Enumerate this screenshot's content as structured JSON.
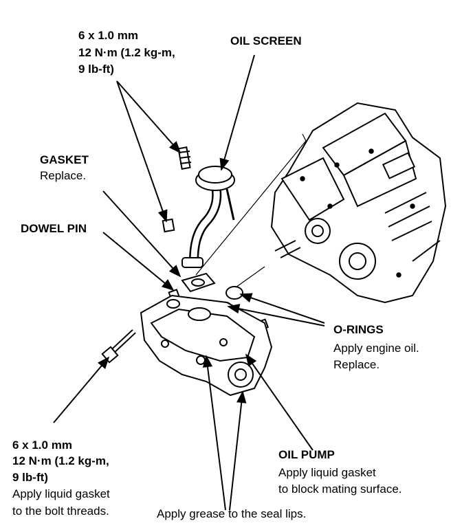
{
  "bolt_top": {
    "line1": "6 x 1.0 mm",
    "line2": "12 N·m (1.2 kg-m,",
    "line3": "9 lb-ft)"
  },
  "oil_screen": {
    "title": "OIL SCREEN"
  },
  "gasket": {
    "title": "GASKET",
    "note": "Replace."
  },
  "dowel_pin": {
    "title": "DOWEL PIN"
  },
  "o_rings": {
    "title": "O-RINGS",
    "note1": "Apply engine oil.",
    "note2": "Replace."
  },
  "bolt_bottom": {
    "line1": "6 x 1.0 mm",
    "line2": "12 N·m (1.2 kg-m,",
    "line3": "9 lb-ft)",
    "note1": "Apply liquid gasket",
    "note2": "to the bolt threads."
  },
  "oil_pump": {
    "title": "OIL PUMP",
    "note1": "Apply liquid gasket",
    "note2": "to block mating surface."
  },
  "seal_lips": {
    "note": "Apply grease to the seal lips."
  }
}
